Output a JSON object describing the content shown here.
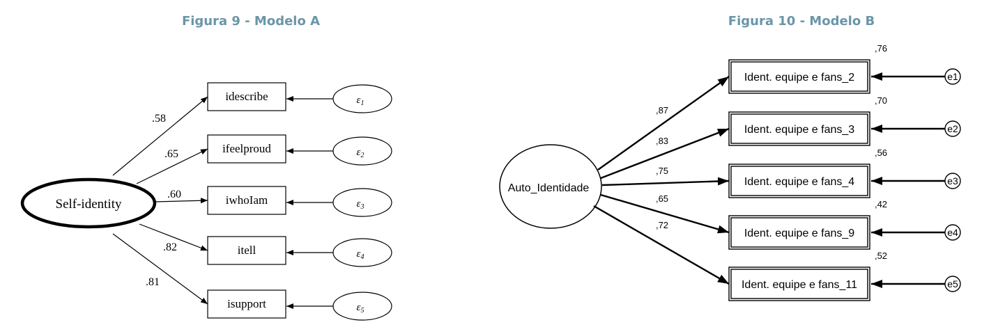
{
  "model_a": {
    "title": "Figura 9 - Modelo A",
    "latent": "Self-identity",
    "paths": [
      {
        "label": "idescribe",
        "coef": ".58",
        "error": "ε",
        "error_index": "1"
      },
      {
        "label": "ifeelproud",
        "coef": ".65",
        "error": "ε",
        "error_index": "2"
      },
      {
        "label": "iwhoIam",
        "coef": ".60",
        "error": "ε",
        "error_index": "3"
      },
      {
        "label": "itell",
        "coef": ".82",
        "error": "ε",
        "error_index": "4"
      },
      {
        "label": "isupport",
        "coef": ".81",
        "error": "ε",
        "error_index": "5"
      }
    ]
  },
  "model_b": {
    "title": "Figura 10 - Modelo B",
    "latent": "Auto_Identidade",
    "paths": [
      {
        "label": "Ident. equipe e fans_2",
        "coef": ",87",
        "r2": ",76",
        "error": "e1"
      },
      {
        "label": "Ident. equipe e fans_3",
        "coef": ",83",
        "r2": ",70",
        "error": "e2"
      },
      {
        "label": "Ident. equipe e fans_4",
        "coef": ",75",
        "r2": ",56",
        "error": "e3"
      },
      {
        "label": "Ident. equipe e fans_9",
        "coef": ",65",
        "r2": ",42",
        "error": "e4"
      },
      {
        "label": "Ident. equipe e fans_11",
        "coef": ",72",
        "r2": ",52",
        "error": "e5"
      }
    ]
  }
}
